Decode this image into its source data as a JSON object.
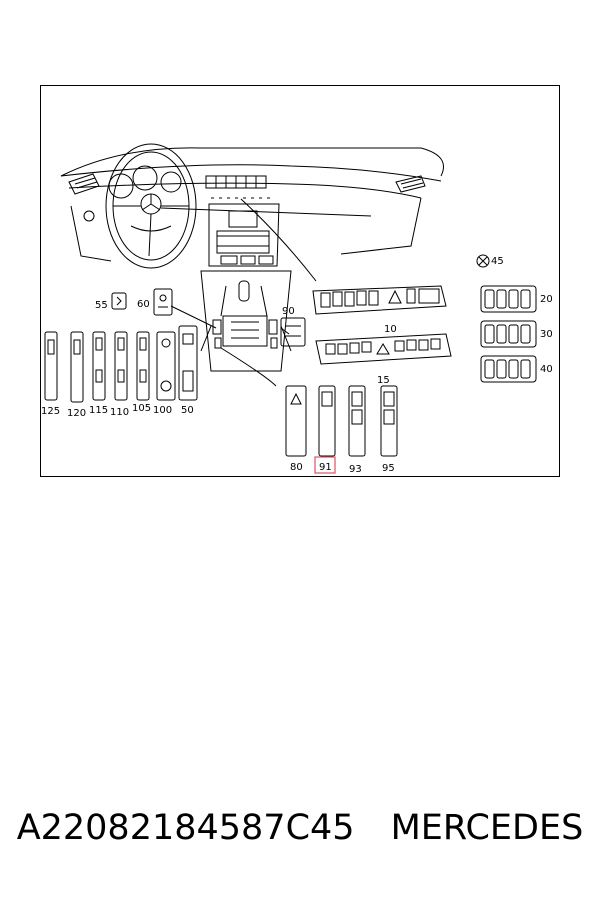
{
  "diagram": {
    "labels": {
      "p45": "45",
      "p20": "20",
      "p30": "30",
      "p40": "40",
      "p10": "10",
      "p15": "15",
      "p55": "55",
      "p60": "60",
      "p90": "90",
      "p125": "125",
      "p120": "120",
      "p115": "115",
      "p110": "110",
      "p105": "105",
      "p100": "100",
      "p50": "50",
      "p80": "80",
      "p91": "91",
      "p93": "93",
      "p95": "95"
    },
    "highlight_color": "#e05060"
  },
  "caption": {
    "part_number": "A22082184587C45",
    "brand": "MERCEDES"
  }
}
